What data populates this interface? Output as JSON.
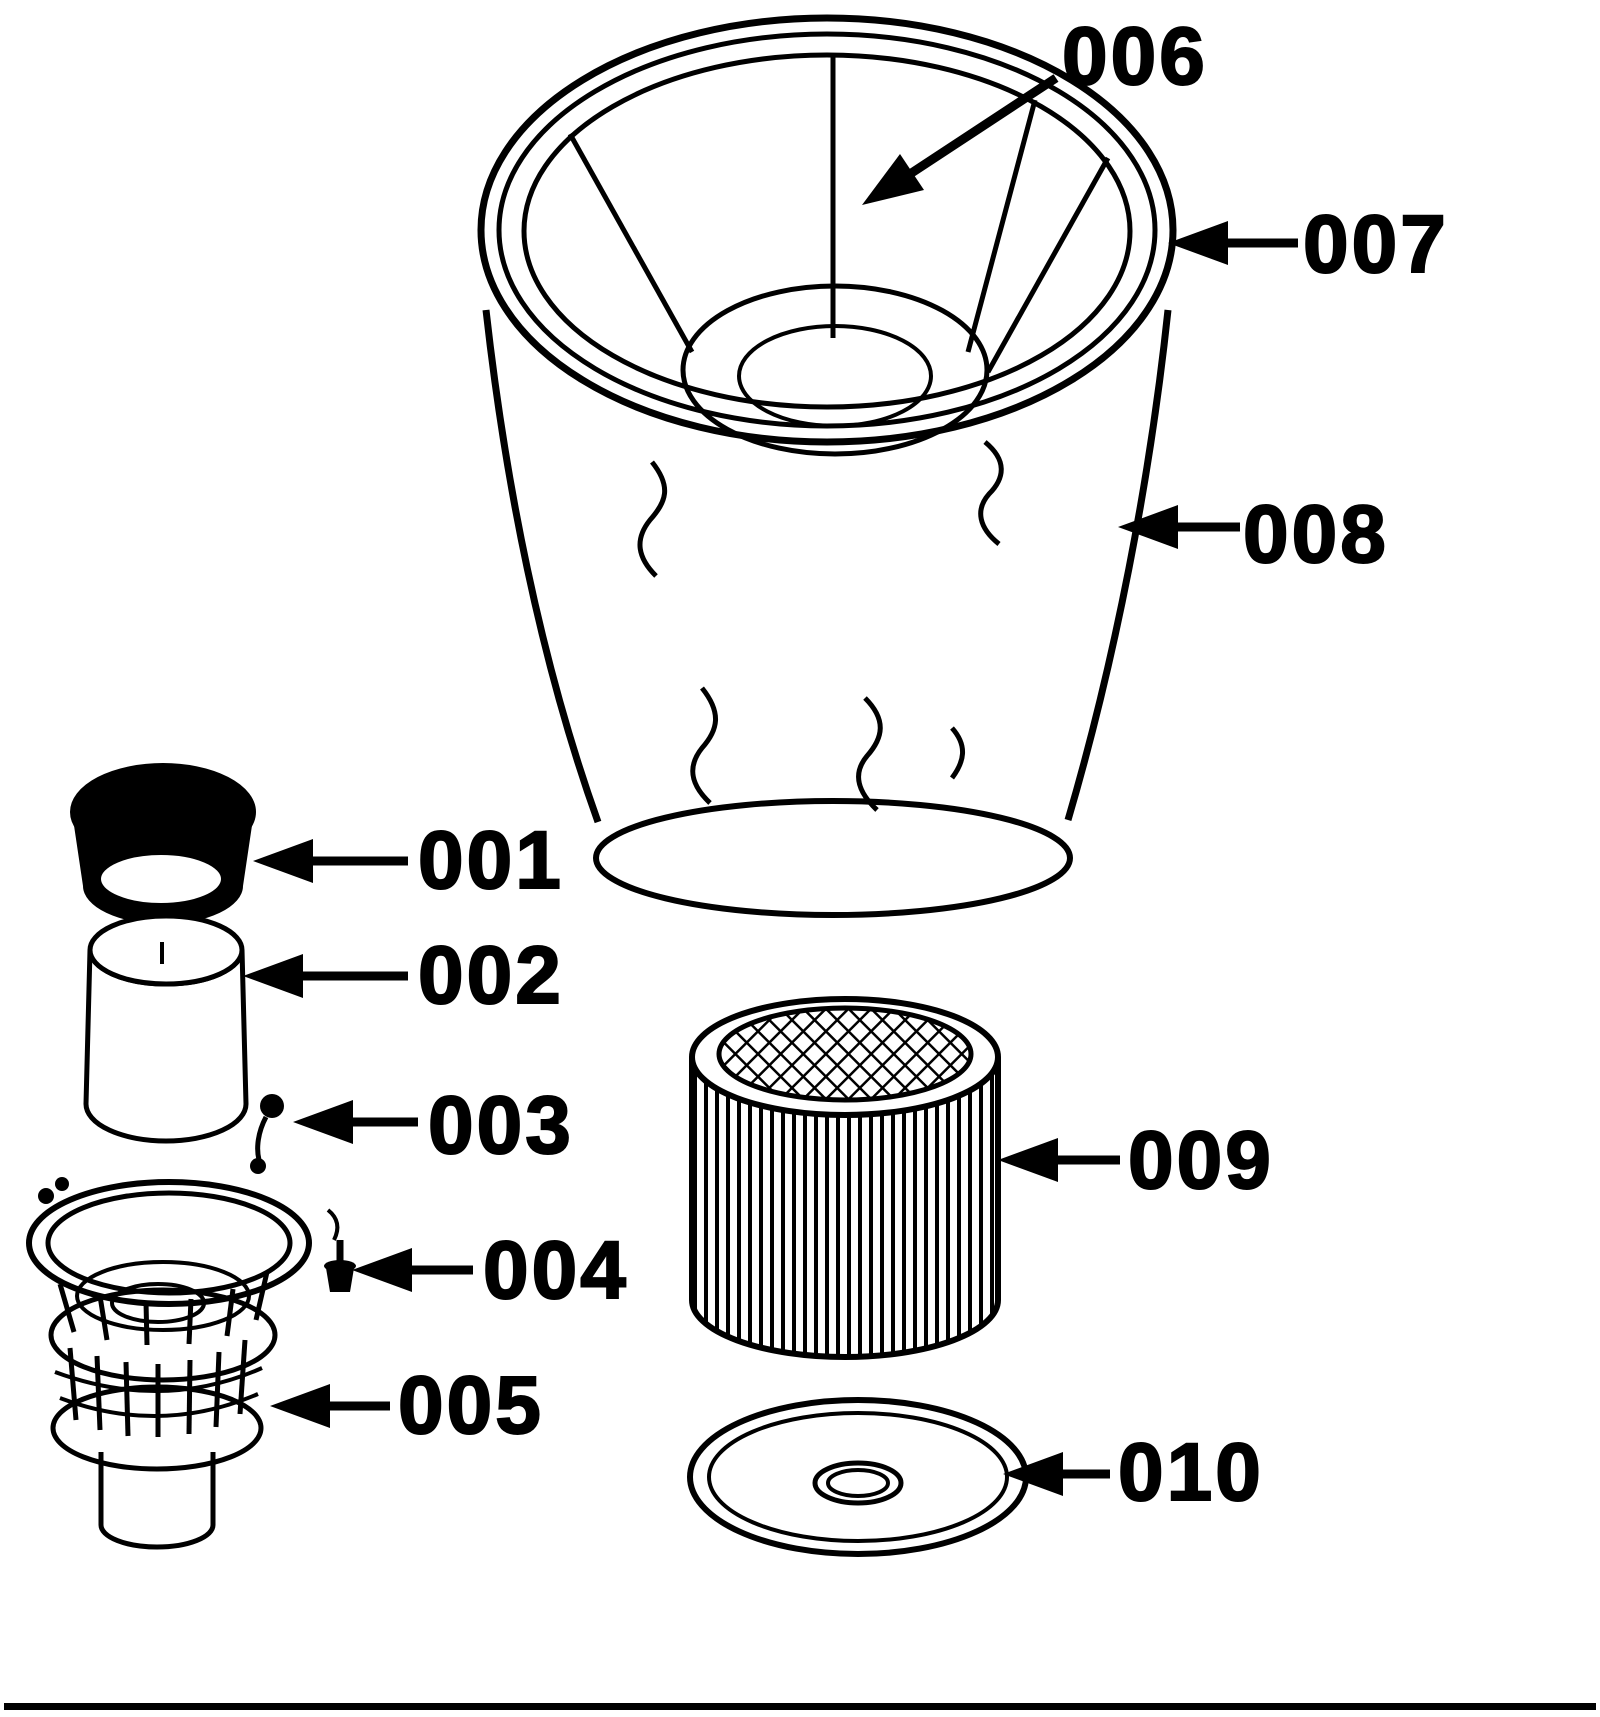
{
  "diagram": {
    "type": "exploded-parts-diagram",
    "colors": {
      "ink": "#000000",
      "paper": "#ffffff"
    },
    "callouts": [
      {
        "label": "001",
        "points_to": "black-cap"
      },
      {
        "label": "002",
        "points_to": "float-cylinder"
      },
      {
        "label": "003",
        "points_to": "float-ball"
      },
      {
        "label": "004",
        "points_to": "screw"
      },
      {
        "label": "005",
        "points_to": "float-cage"
      },
      {
        "label": "006",
        "points_to": "inner-cage-rib"
      },
      {
        "label": "007",
        "points_to": "tank-rim"
      },
      {
        "label": "008",
        "points_to": "tank-body"
      },
      {
        "label": "009",
        "points_to": "filter-cartridge"
      },
      {
        "label": "010",
        "points_to": "retainer-disc"
      }
    ]
  }
}
